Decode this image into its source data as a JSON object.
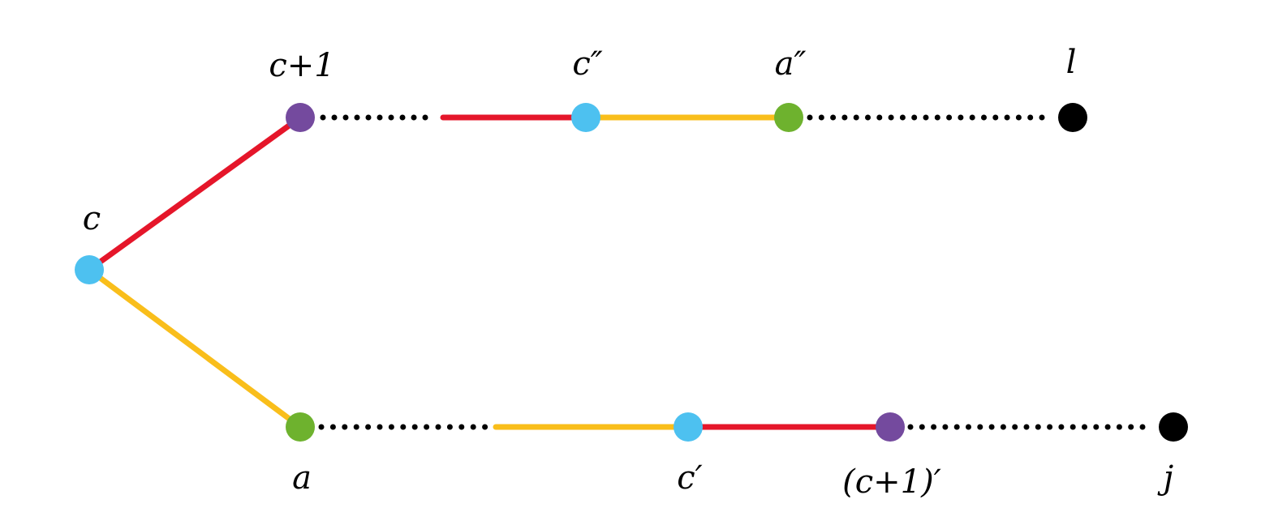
{
  "labels": {
    "c": "c",
    "c_plus_1": "c+1",
    "c_double_prime": "c″",
    "a_double_prime": "a″",
    "l": "l",
    "a": "a",
    "c_prime": "c′",
    "c_plus_1_prime": "(c+1)′",
    "j": "j"
  },
  "colors": {
    "red": "#E5162A",
    "yellow": "#F9BE1B",
    "blue": "#4DC1F0",
    "purple": "#744A9E",
    "green": "#6EB22E",
    "black": "#000000"
  }
}
